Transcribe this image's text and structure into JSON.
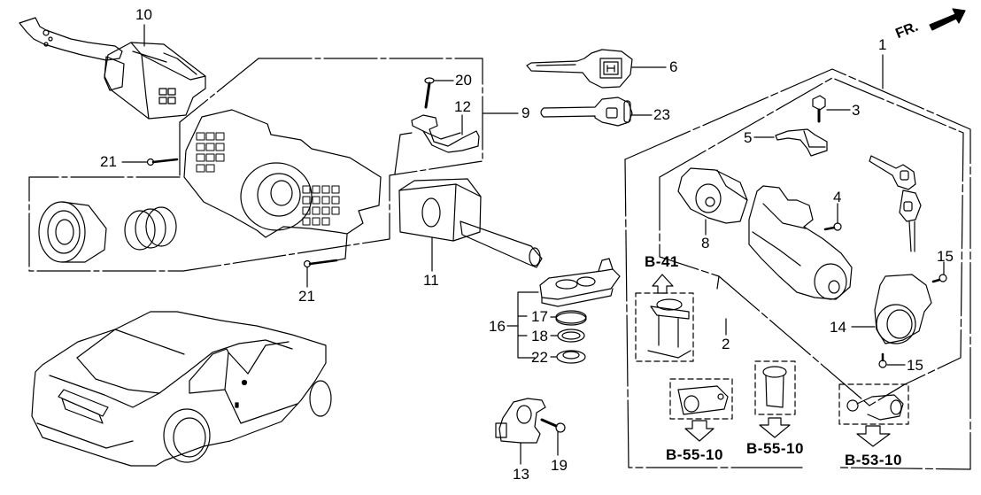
{
  "diagram": {
    "title": "Combination Switch / Key Cylinder Set",
    "direction_indicator": {
      "label": "FR.",
      "icon": "front-arrow-icon"
    },
    "callouts": [
      {
        "id": "c1",
        "label": "1"
      },
      {
        "id": "c2",
        "label": "2"
      },
      {
        "id": "c3",
        "label": "3"
      },
      {
        "id": "c4",
        "label": "4"
      },
      {
        "id": "c5",
        "label": "5"
      },
      {
        "id": "c6",
        "label": "6"
      },
      {
        "id": "c8",
        "label": "8"
      },
      {
        "id": "c9",
        "label": "9"
      },
      {
        "id": "c10",
        "label": "10"
      },
      {
        "id": "c11",
        "label": "11"
      },
      {
        "id": "c12",
        "label": "12"
      },
      {
        "id": "c13",
        "label": "13"
      },
      {
        "id": "c14",
        "label": "14"
      },
      {
        "id": "c15a",
        "label": "15"
      },
      {
        "id": "c15b",
        "label": "15"
      },
      {
        "id": "c16",
        "label": "16"
      },
      {
        "id": "c17",
        "label": "17"
      },
      {
        "id": "c18",
        "label": "18"
      },
      {
        "id": "c19",
        "label": "19"
      },
      {
        "id": "c20",
        "label": "20"
      },
      {
        "id": "c21a",
        "label": "21"
      },
      {
        "id": "c21b",
        "label": "21"
      },
      {
        "id": "c22",
        "label": "22"
      },
      {
        "id": "c23",
        "label": "23"
      }
    ],
    "references": [
      {
        "id": "r1",
        "label": "B-41",
        "direction": "up"
      },
      {
        "id": "r2",
        "label": "B-55-10",
        "direction": "down"
      },
      {
        "id": "r3",
        "label": "B-55-10",
        "direction": "down"
      },
      {
        "id": "r4",
        "label": "B-53-10",
        "direction": "down"
      }
    ],
    "parts": [
      {
        "callout": "10",
        "name": "wiper-switch"
      },
      {
        "callout": "11",
        "name": "turn-signal-switch"
      },
      {
        "callout": "12",
        "name": "switch-bracket"
      },
      {
        "callout": "6",
        "name": "blank-key"
      },
      {
        "callout": "23",
        "name": "immobilizer-key"
      },
      {
        "callout": "3",
        "name": "bolt"
      },
      {
        "callout": "5",
        "name": "clamp"
      },
      {
        "callout": "8",
        "name": "cylinder-housing"
      },
      {
        "callout": "4",
        "name": "screw"
      },
      {
        "callout": "14",
        "name": "immobilizer-ring"
      },
      {
        "callout": "16",
        "name": "remote-transmitter"
      },
      {
        "callout": "17",
        "name": "battery"
      },
      {
        "callout": "18",
        "name": "o-ring"
      },
      {
        "callout": "22",
        "name": "battery-cover"
      },
      {
        "callout": "13",
        "name": "key-interlock-solenoid"
      },
      {
        "callout": "19",
        "name": "tapping-screw"
      },
      {
        "callout": "20",
        "name": "flange-bolt"
      },
      {
        "callout": "21",
        "name": "tapping-screw"
      }
    ]
  }
}
